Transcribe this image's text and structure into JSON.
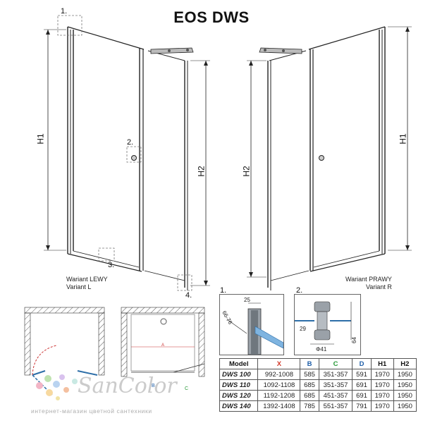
{
  "title": "EOS DWS",
  "callouts": [
    "1.",
    "2.",
    "3.",
    "4."
  ],
  "dimensions": {
    "h1": "H1",
    "h2": "H2"
  },
  "variants": {
    "left": [
      "Wariant LEWY",
      "Variant L"
    ],
    "right": [
      "Wariant PRAWY",
      "Variant R"
    ]
  },
  "details": {
    "d1_label": "1.",
    "d1_dims": [
      "25",
      "66-76"
    ],
    "d2_label": "2.",
    "d2_dims": [
      "29",
      "Φ41",
      "64"
    ]
  },
  "plan_letters": [
    "A",
    "B",
    "C"
  ],
  "table": {
    "headers": [
      "Model",
      "X",
      "B",
      "C",
      "D",
      "H1",
      "H2"
    ],
    "header_colors": [
      "#111111",
      "#d23a2a",
      "#1f5fa8",
      "#2a9a3a",
      "#1f5fa8",
      "#111111",
      "#111111"
    ],
    "rows": [
      [
        "DWS 100",
        "992-1008",
        "585",
        "351-357",
        "591",
        "1970",
        "1950"
      ],
      [
        "DWS 110",
        "1092-1108",
        "685",
        "351-357",
        "691",
        "1970",
        "1950"
      ],
      [
        "DWS 120",
        "1192-1208",
        "685",
        "451-357",
        "691",
        "1970",
        "1950"
      ],
      [
        "DWS 140",
        "1392-1408",
        "785",
        "551-357",
        "791",
        "1970",
        "1950"
      ]
    ]
  },
  "watermark": {
    "brand": "SanColor",
    "subtitle": "интернет-магазин цветной сантехники"
  }
}
